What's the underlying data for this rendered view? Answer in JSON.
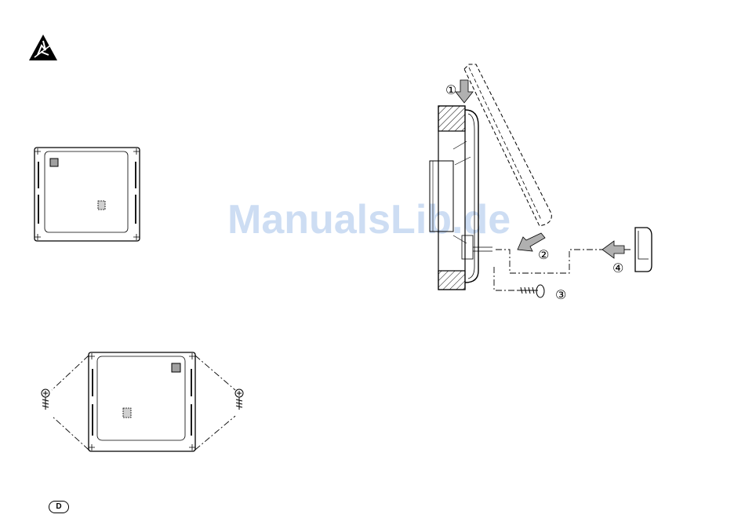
{
  "page": {
    "watermark": "ManualsLib.de",
    "language_badge": "D",
    "steps": [
      "①",
      "②",
      "③",
      "④"
    ]
  },
  "icons": {
    "esd_warning": "esd-warning-icon",
    "screw": "screw-icon"
  },
  "colors": {
    "line": "#000000",
    "hatch": "#000000",
    "arrow_fill": "#b0b0b0",
    "pad_fill": "#a0a0a0",
    "watermark": "#c5d8f2"
  }
}
